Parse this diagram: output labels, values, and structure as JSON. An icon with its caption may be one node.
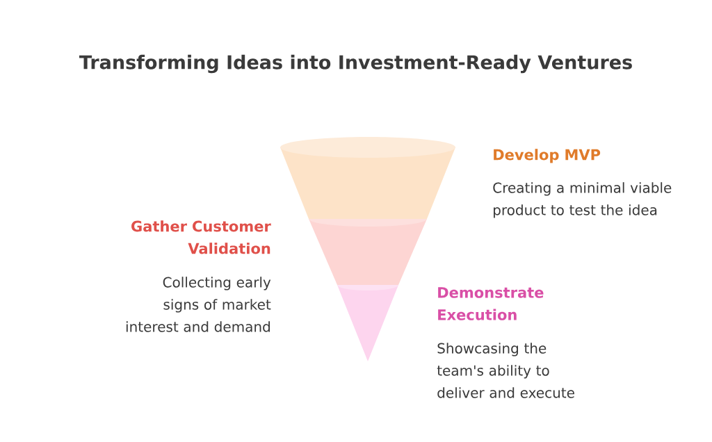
{
  "diagram": {
    "title": "Transforming Ideas into Investment-Ready Ventures",
    "nodes": [
      {
        "text": [],
        "shape": "band"
      },
      {
        "text": [],
        "shape": "band"
      },
      {
        "text": [],
        "shape": "band"
      }
    ],
    "labels": [
      "Develop MVP",
      "Creating a minimal viable product to test the idea",
      "Gather Customer Validation",
      "Collecting early signs of market interest and demand",
      "Demonstrate Execution",
      "Showcasing the team's ability to deliver and execute"
    ]
  }
}
